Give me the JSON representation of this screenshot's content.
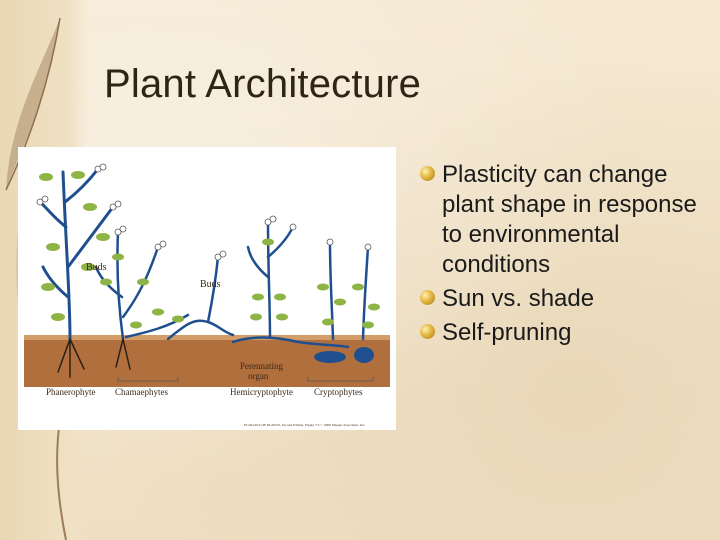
{
  "slide": {
    "title": "Plant Architecture",
    "bullets": [
      {
        "text": "Plasticity can change plant shape in response to environmental conditions"
      },
      {
        "text": "Sun vs. shade"
      },
      {
        "text": "Self-pruning"
      }
    ]
  },
  "figure": {
    "labels": {
      "buds_left": "Buds",
      "buds_right": "Buds",
      "perennating": "Perennating",
      "organ": "organ"
    },
    "categories": [
      "Phanerophyte",
      "Chamaephytes",
      "Hemicryptophyte",
      "Cryptophytes"
    ],
    "caption": "ECOLOGY OF PLANTS, Second Edition, Figure 7.5 © 2006 Sinauer Associates, Inc."
  },
  "colors": {
    "stem": "#1f4f8f",
    "leaf": "#8fb446",
    "soil": "#a8683a",
    "bullet": "#d9a93a",
    "title": "#2f2516"
  }
}
